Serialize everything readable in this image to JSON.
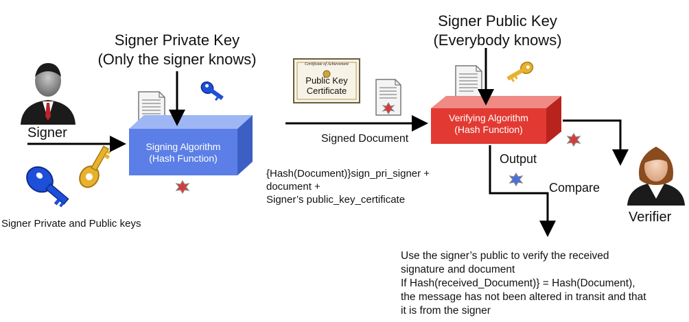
{
  "labels": {
    "private_key_title": "Signer Private Key",
    "private_key_sub": "(Only the signer knows)",
    "public_key_title": "Signer Public Key",
    "public_key_sub": "(Everybody knows)",
    "signer": "Signer",
    "signer_keys": "Signer Private and Public keys",
    "signed_document": "Signed Document",
    "output": "Output",
    "compare": "Compare",
    "verifier": "Verifier"
  },
  "signing_box": {
    "line1": "Signing Algorithm",
    "line2": "(Hash Function)",
    "color": "#5b7fe6"
  },
  "verifying_box": {
    "line1": "Verifying Algorithm",
    "line2": "(Hash Function)",
    "color": "#e23a32"
  },
  "certificate": {
    "header": "Certificate of Achievement",
    "line1": "Public Key",
    "line2": "Certificate"
  },
  "payload_lines": [
    "{Hash(Document)}sign_pri_signer +",
    "document +",
    "Signer’s public_key_certificate"
  ],
  "verify_note_lines": [
    "Use the signer’s public to verify the received",
    "signature and document",
    "If Hash(received_Document)} = Hash(Document),",
    "the message has not been altered in transit and that",
    "it is from the signer"
  ],
  "colors": {
    "key_blue": "#1e4fd8",
    "key_gold": "#e8b12e",
    "seal_red": "#d83a3a"
  }
}
